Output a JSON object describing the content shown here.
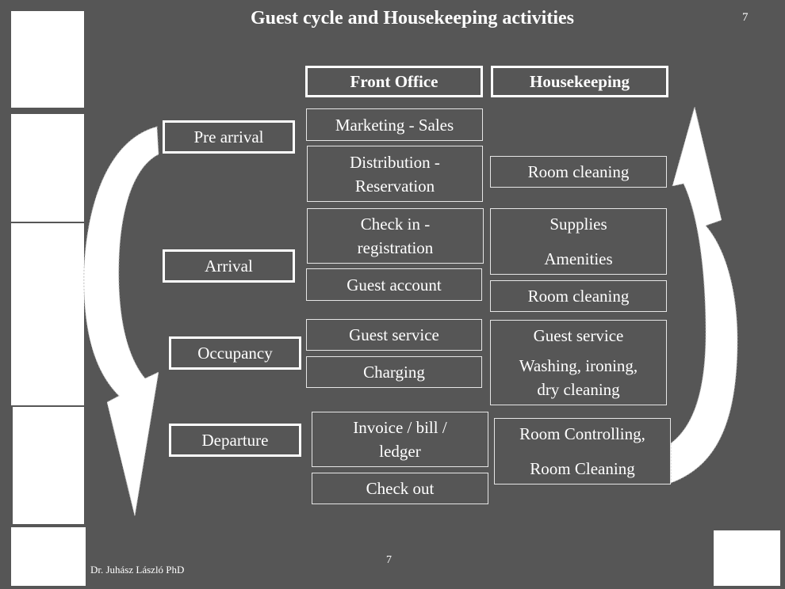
{
  "title": "Guest cycle and Housekeeping  activities",
  "page_number_top": "7",
  "page_number_bottom": "7",
  "author": "Dr. Juhász László PhD",
  "headers": {
    "front_office": "Front Office",
    "housekeeping": "Housekeeping"
  },
  "stages": {
    "pre_arrival": "Pre arrival",
    "arrival": "Arrival",
    "occupancy": "Occupancy",
    "departure": "Departure"
  },
  "front_office": {
    "marketing": "Marketing - Sales",
    "distribution_l1": "Distribution -",
    "distribution_l2": "Reservation",
    "checkin_l1": "Check in -",
    "checkin_l2": "registration",
    "guest_account": "Guest account",
    "guest_service": "Guest service",
    "charging": "Charging",
    "invoice_l1": "Invoice / bill /",
    "invoice_l2": "ledger",
    "check_out": "Check out"
  },
  "housekeeping": {
    "room_cleaning_1": "Room cleaning",
    "supplies": "Supplies",
    "amenities": "Amenities",
    "room_cleaning_2": "Room cleaning",
    "guest_service": "Guest service",
    "washing_l1": "Washing, ironing,",
    "washing_l2": "dry cleaning",
    "room_controlling": "Room Controlling,",
    "room_cleaning_3": "Room Cleaning"
  }
}
